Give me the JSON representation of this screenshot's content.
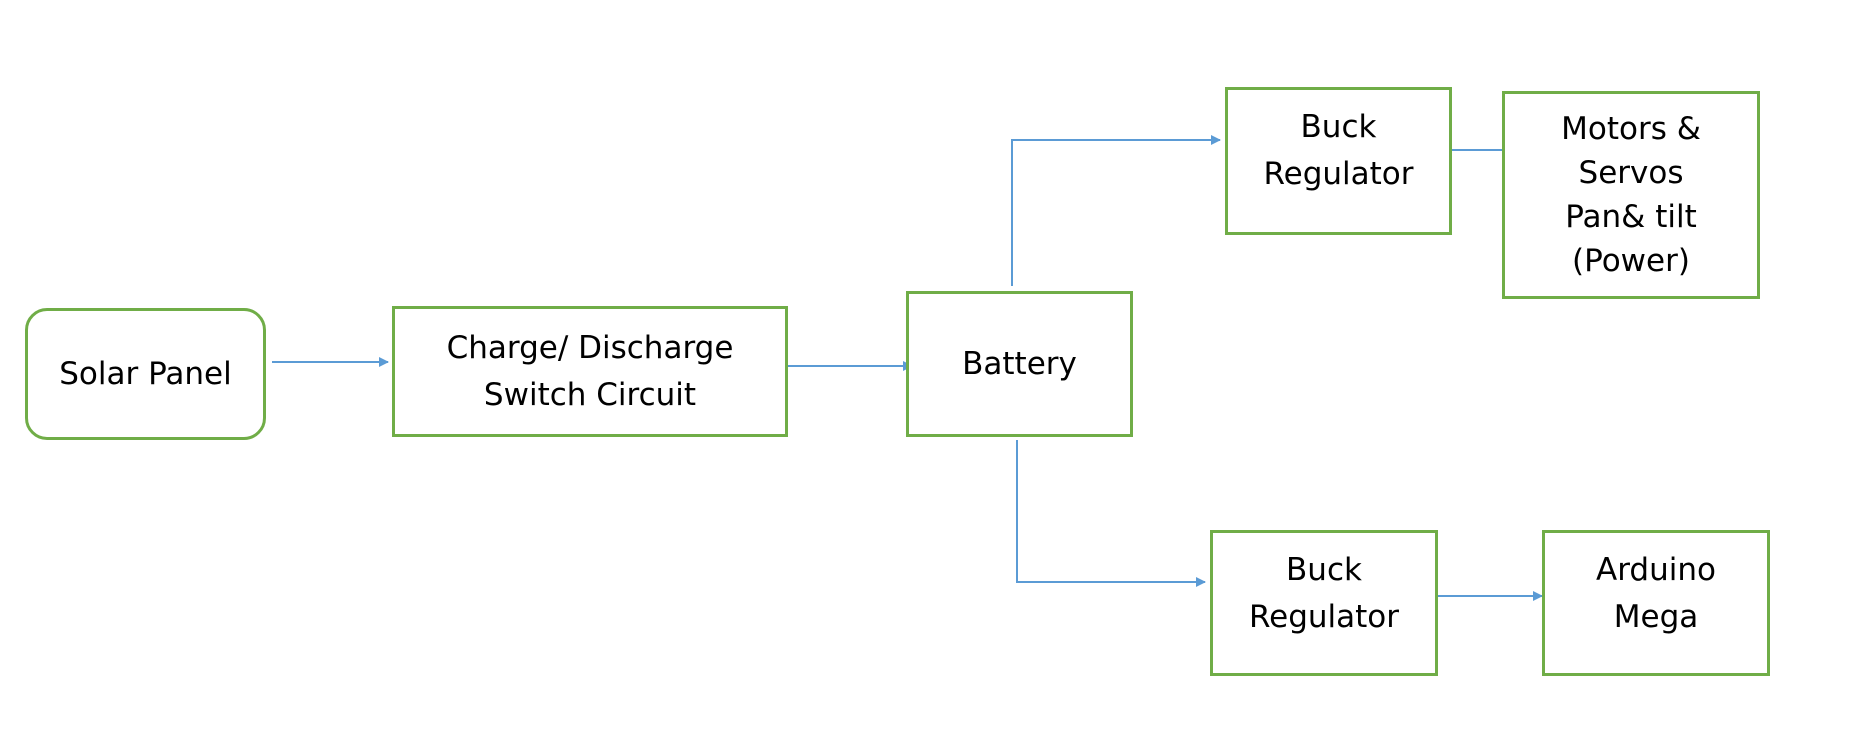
{
  "diagram": {
    "nodes": {
      "solar_panel": {
        "lines": [
          "Solar Panel"
        ]
      },
      "charge_switch": {
        "lines": [
          "Charge/ Discharge",
          "Switch Circuit"
        ]
      },
      "battery": {
        "lines": [
          "Battery"
        ]
      },
      "buck_top": {
        "lines": [
          "Buck",
          "Regulator"
        ]
      },
      "motors": {
        "lines": [
          "Motors &",
          "Servos",
          "Pan& tilt",
          "(Power)"
        ]
      },
      "buck_bottom": {
        "lines": [
          "Buck",
          "Regulator"
        ]
      },
      "arduino": {
        "lines": [
          "Arduino",
          "Mega"
        ]
      }
    },
    "edges": [
      {
        "from": "solar_panel",
        "to": "charge_switch"
      },
      {
        "from": "charge_switch",
        "to": "battery"
      },
      {
        "from": "battery",
        "to": "buck_top"
      },
      {
        "from": "buck_top",
        "to": "motors"
      },
      {
        "from": "battery",
        "to": "buck_bottom"
      },
      {
        "from": "buck_bottom",
        "to": "arduino"
      }
    ],
    "colors": {
      "box_border": "#70ad47",
      "arrow": "#5b9bd5",
      "text": "#000000"
    }
  }
}
